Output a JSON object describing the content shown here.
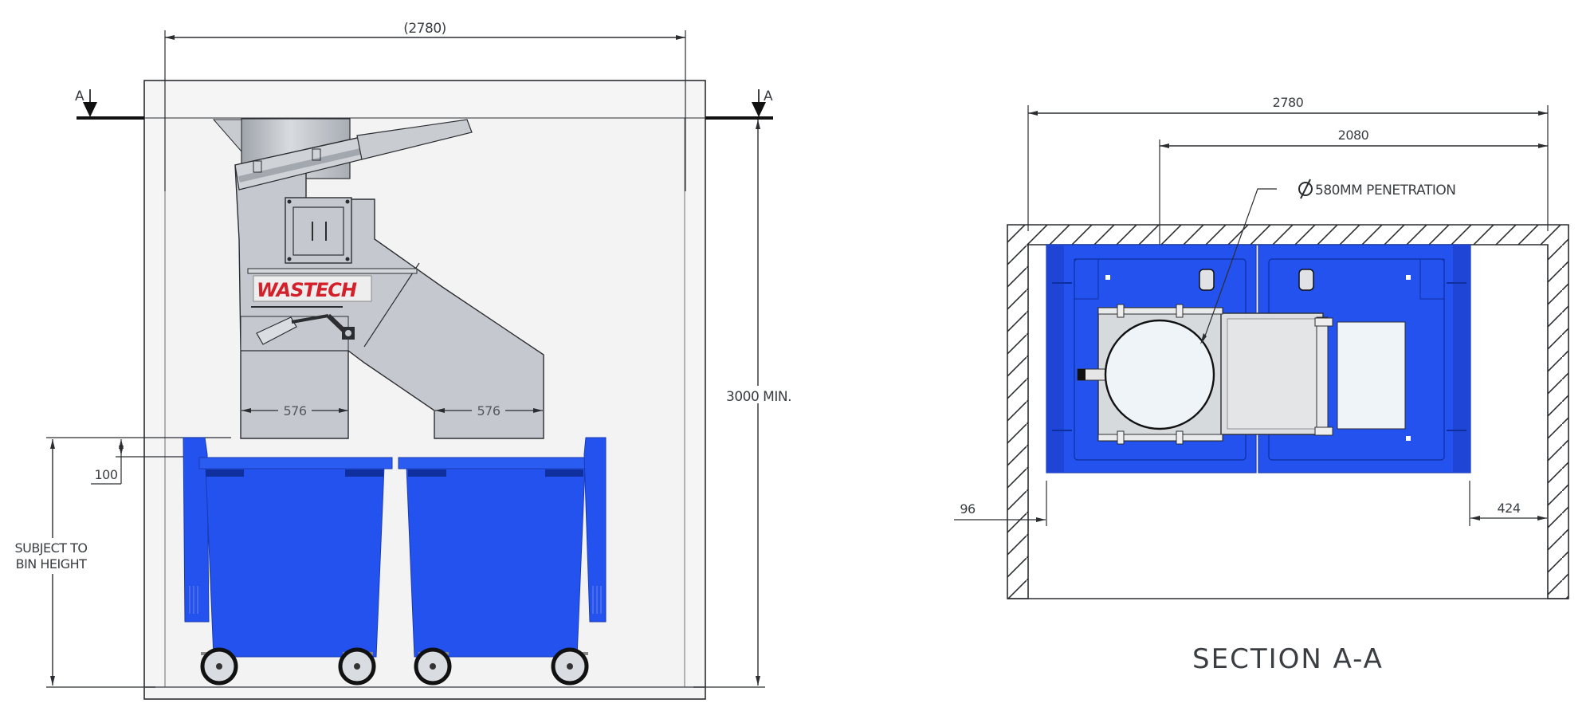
{
  "colors": {
    "line": "#2b2d31",
    "room_fill": "#f4f4f4",
    "machine_grey": "#c5c9cf",
    "machine_grey_dark": "#a9aeb5",
    "bin_blue": "#2352ee",
    "bin_blue_dark": "#0f2f9e",
    "logo_red": "#d4202a",
    "plate_light": "#e6e9ed",
    "white": "#ffffff"
  },
  "elevation_view": {
    "overall_width_label": "(2780)",
    "section_marker_left": "A",
    "section_marker_right": "A",
    "height_label": "3000 MIN.",
    "chute_left_width_label": "576",
    "chute_right_width_label": "576",
    "clearance_label": "100",
    "bin_height_note_line1": "SUBJECT TO",
    "bin_height_note_line2": "BIN HEIGHT",
    "logo_text": "WASTECH"
  },
  "section_view": {
    "overall_width_label": "2780",
    "offset_width_label": "2080",
    "penetration_symbol": "Ø",
    "penetration_label": "580MM PENETRATION",
    "left_gap_label": "96",
    "right_gap_label": "424",
    "title": "SECTION A-A"
  }
}
